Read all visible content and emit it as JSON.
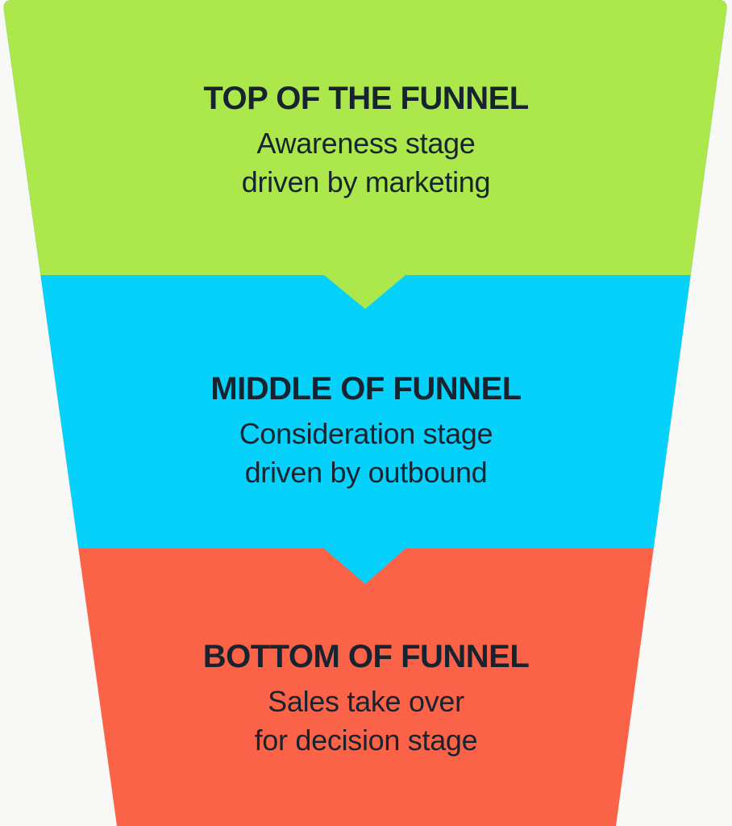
{
  "canvas_style": "background-color:#F8F8F7;color:#17242F",
  "colors": {
    "stage_top_green": "#ACE74B",
    "stage_middle_cyan": "#06D1FA",
    "stage_bottom_coral": "#FB6348",
    "text_navy": "#17242F",
    "page_background": "#F8F8F7"
  },
  "funnel": {
    "stages": [
      {
        "id": "top",
        "heading": "TOP OF THE FUNNEL",
        "line1": "Awareness stage",
        "line2": "driven by marketing",
        "color": "#ACE74B"
      },
      {
        "id": "middle",
        "heading": "MIDDLE OF FUNNEL",
        "line1": "Consideration stage",
        "line2": "driven by outbound",
        "color": "#06D1FA"
      },
      {
        "id": "bottom",
        "heading": "BOTTOM OF FUNNEL",
        "line1": "Sales take over",
        "line2": "for decision stage",
        "color": "#FB6348"
      }
    ]
  }
}
